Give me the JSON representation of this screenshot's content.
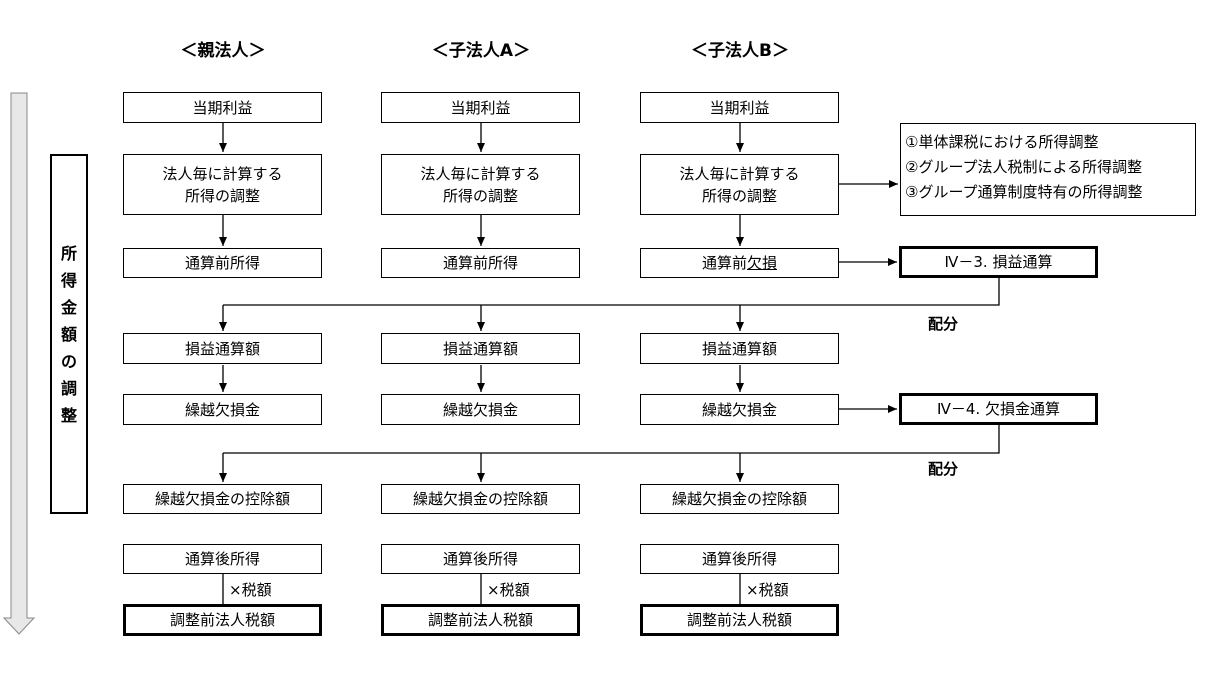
{
  "columns": [
    {
      "header": "＜親法人＞",
      "profit": "当期利益",
      "adjust": [
        "法人毎に計算する",
        "所得の調整"
      ],
      "pre_income": "通算前所得",
      "pl_amount": "損益通算額",
      "carryover": "繰越欠損金",
      "deduction": "繰越欠損金の控除額",
      "post_income": "通算後所得",
      "tax_rate": "×税額",
      "tax": "調整前法人税額"
    },
    {
      "header": "＜子法人A＞",
      "profit": "当期利益",
      "adjust": [
        "法人毎に計算する",
        "所得の調整"
      ],
      "pre_income": "通算前所得",
      "pl_amount": "損益通算額",
      "carryover": "繰越欠損金",
      "deduction": "繰越欠損金の控除額",
      "post_income": "通算後所得",
      "tax_rate": "×税額",
      "tax": "調整前法人税額"
    },
    {
      "header": "＜子法人B＞",
      "profit": "当期利益",
      "adjust": [
        "法人毎に計算する",
        "所得の調整"
      ],
      "pre_income_prefix": "通算前",
      "pre_income_underlined": "欠損",
      "pl_amount": "損益通算額",
      "carryover": "繰越欠損金",
      "deduction": "繰越欠損金の控除額",
      "post_income": "通算後所得",
      "tax_rate": "×税額",
      "tax": "調整前法人税額"
    }
  ],
  "side_label": [
    "所",
    "得",
    "金",
    "額",
    "の",
    "調",
    "整"
  ],
  "adjustment_notes": [
    "①単体課税における所得調整",
    "②グループ法人税制による所得調整",
    "③グループ通算制度特有の所得調整"
  ],
  "loss_offset_box": "Ⅳ－3. 損益通算",
  "carryover_offset_box": "Ⅳ－4. 欠損金通算",
  "allocation_labels": [
    "配分",
    "配分"
  ]
}
